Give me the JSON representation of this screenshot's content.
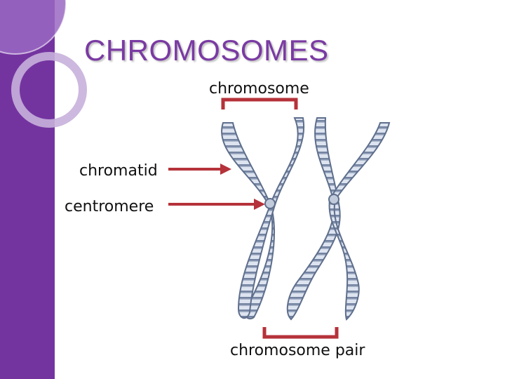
{
  "title": "CHROMOSOMES",
  "labels": {
    "chromosome": "chromosome",
    "chromatid": "chromatid",
    "centromere": "centromere",
    "chromosome_pair": "chromosome pair"
  },
  "colors": {
    "sidebar": "#7434a0",
    "title": "#7a3aa3",
    "arrow": "#b5323a",
    "chromosome_fill": "#d9e1ee",
    "chromosome_band": "#6f7f9d"
  }
}
